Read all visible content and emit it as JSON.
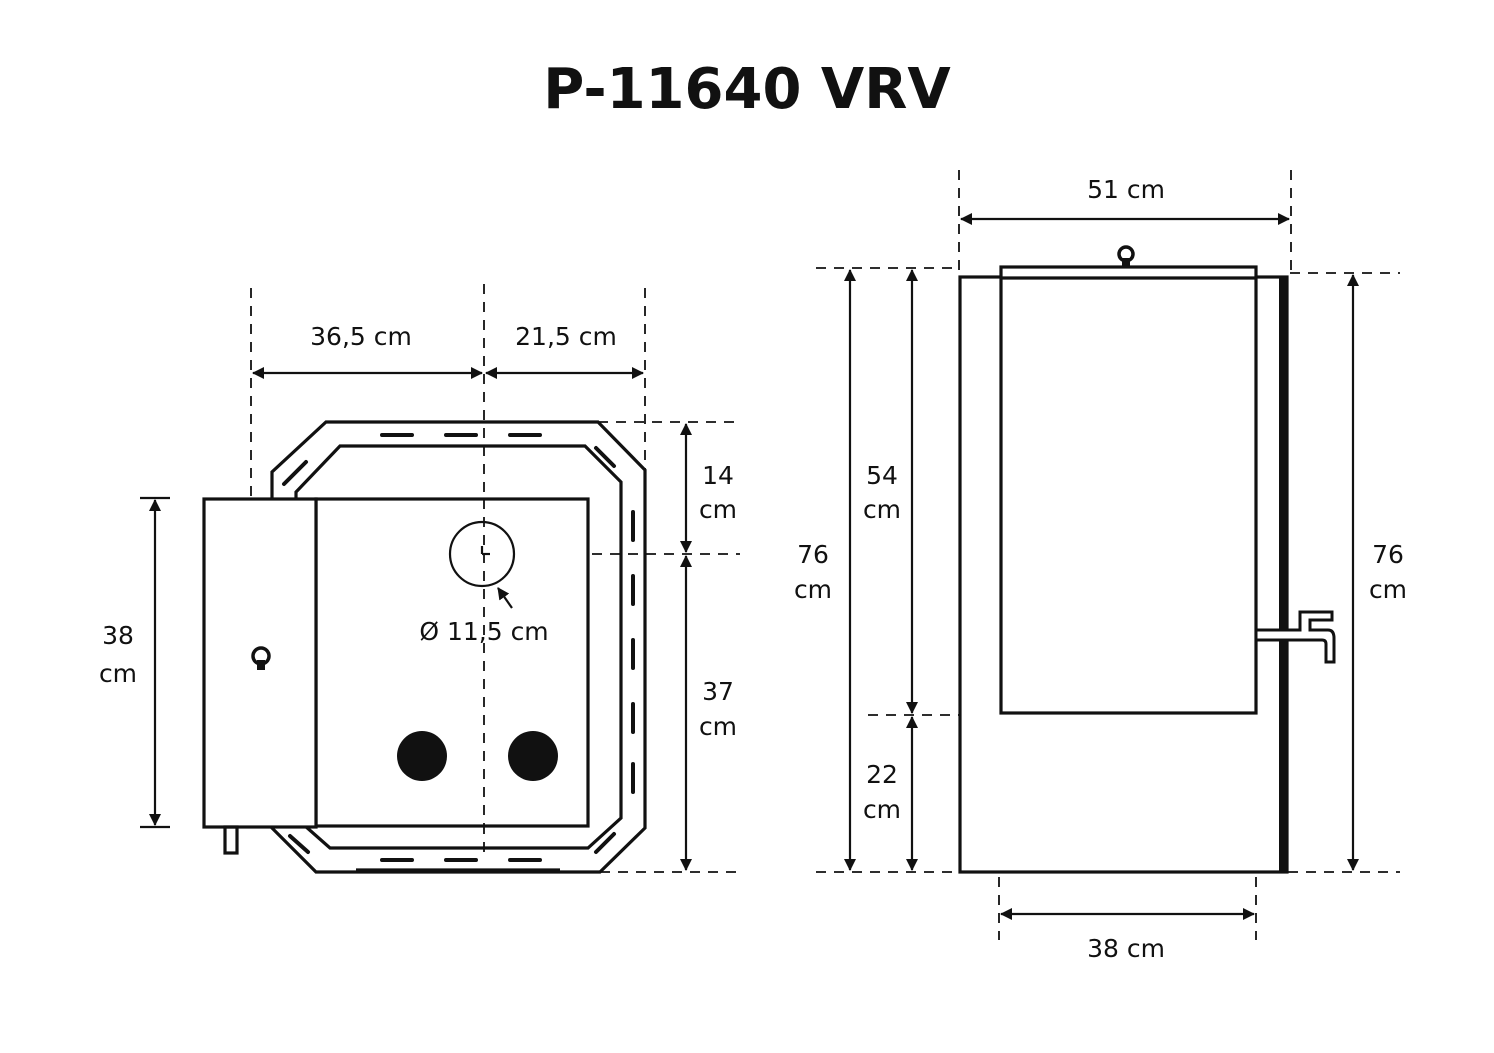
{
  "title": "P-11640 VRV",
  "top_view": {
    "dim_width_left": "36,5 cm",
    "dim_width_right": "21,5 cm",
    "dim_side_num": "38",
    "dim_side_unit": "cm",
    "dim_top_num": "14",
    "dim_top_unit": "cm",
    "dim_bottom_num": "37",
    "dim_bottom_unit": "cm",
    "flue_diameter": "Ø 11,5 cm"
  },
  "side_view": {
    "dim_top_width": "51 cm",
    "dim_bottom_width": "38 cm",
    "dim_total_left_num": "76",
    "dim_total_left_unit": "cm",
    "dim_tank_num": "54",
    "dim_tank_unit": "cm",
    "dim_base_num": "22",
    "dim_base_unit": "cm",
    "dim_total_right_num": "76",
    "dim_total_right_unit": "cm"
  }
}
